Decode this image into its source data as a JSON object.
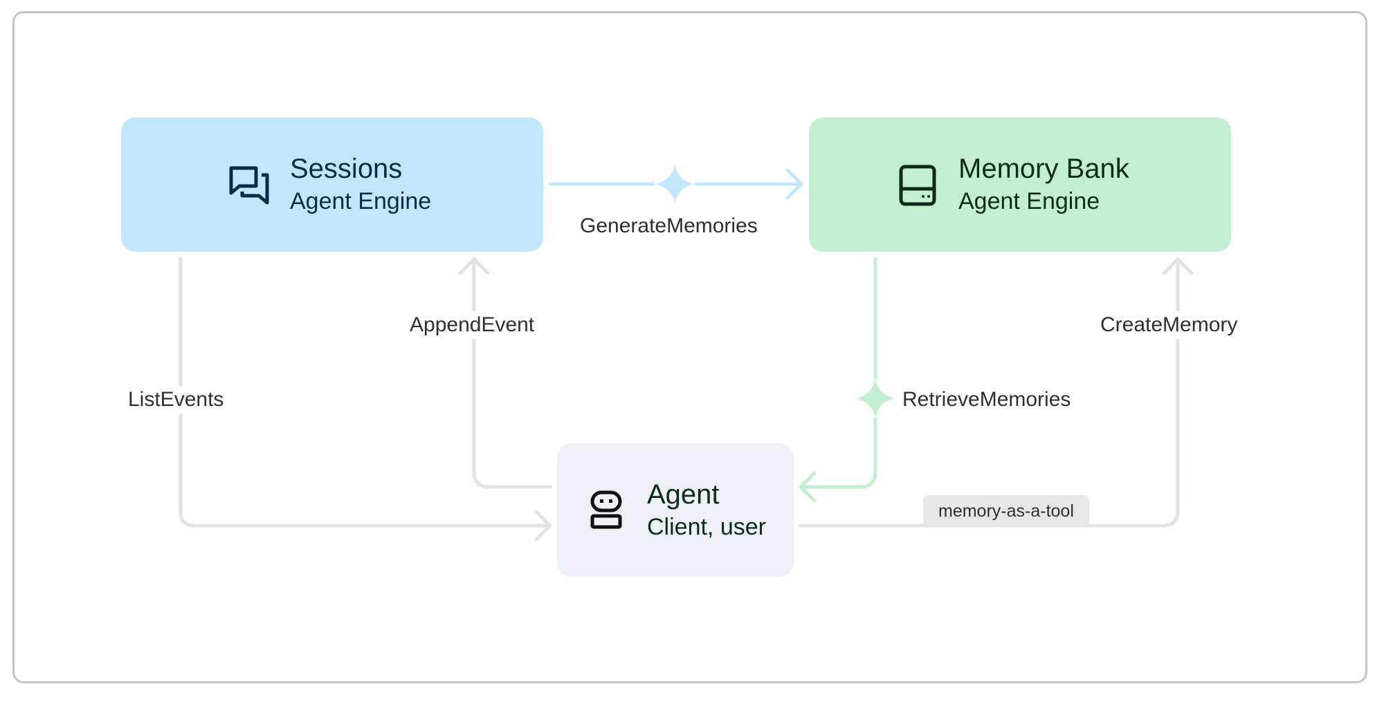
{
  "nodes": {
    "sessions": {
      "title": "Sessions",
      "subtitle": "Agent Engine",
      "icon": "chat-bubbles-icon",
      "color": "#c2e7fd"
    },
    "memory_bank": {
      "title": "Memory Bank",
      "subtitle": "Agent Engine",
      "icon": "storage-drive-icon",
      "color": "#c4eed0"
    },
    "agent": {
      "title": "Agent",
      "subtitle": "Client, user",
      "icon": "robot-icon",
      "color": "#eef2f8"
    }
  },
  "edges": {
    "generate_memories": "GenerateMemories",
    "append_event": "AppendEvent",
    "list_events": "ListEvents",
    "retrieve_memories": "RetrieveMemories",
    "create_memory": "CreateMemory",
    "memory_as_a_tool": "memory-as-a-tool"
  },
  "colors": {
    "blue_edge": "#c2e7fd",
    "green_edge": "#c4eed0",
    "gray_edge": "#e2e2e2"
  }
}
